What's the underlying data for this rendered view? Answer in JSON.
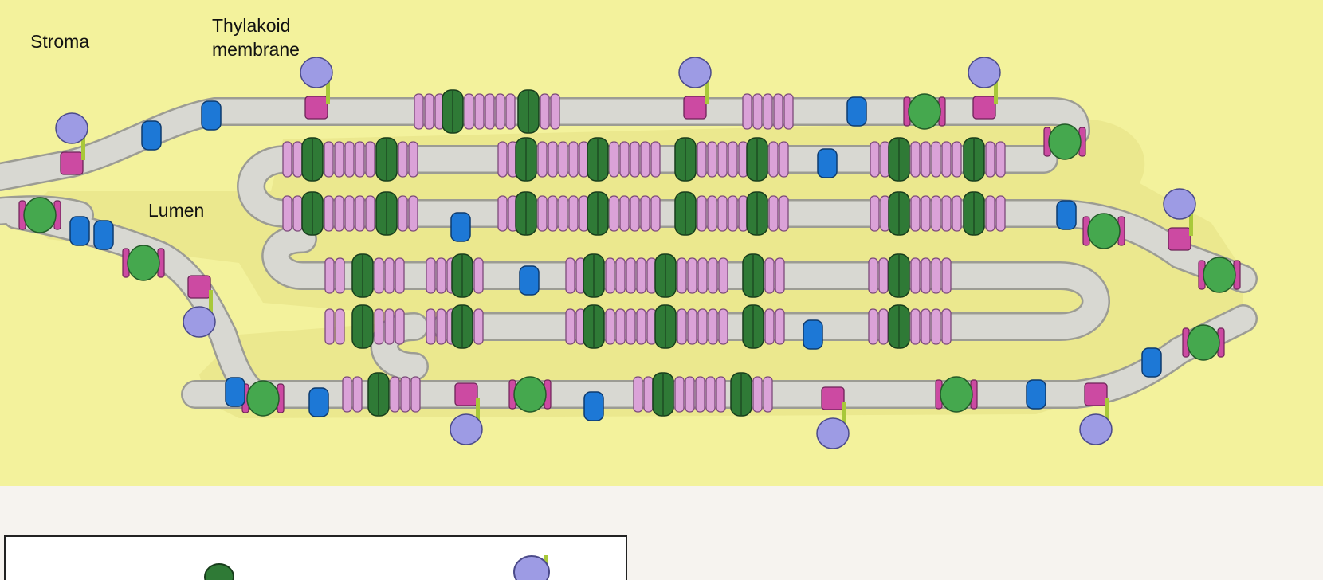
{
  "labels": {
    "stroma": "Stroma",
    "thylakoid_line1": "Thylakoid",
    "thylakoid_line2": "membrane",
    "lumen": "Lumen"
  },
  "colors": {
    "background_panel": "#f3f29c",
    "lumen_fill": "#e8e48a",
    "membrane": "#d8d8d2",
    "membrane_outline": "#9c9c94",
    "lhc_light_pink": "#dba2d8",
    "psii_dark_green": "#2f7a36",
    "psi_light_green": "#45a84e",
    "cytochrome_blue": "#1d78d6",
    "atp_synthase_lavender": "#9d9be4",
    "atp_synthase_stalk": "#a8c83a",
    "magenta": "#cc4aa2"
  },
  "icons": [
    "lhc-complex-icon",
    "photosystem-ii-icon",
    "photosystem-i-icon",
    "cytochrome-b6f-icon",
    "atp-synthase-icon"
  ]
}
